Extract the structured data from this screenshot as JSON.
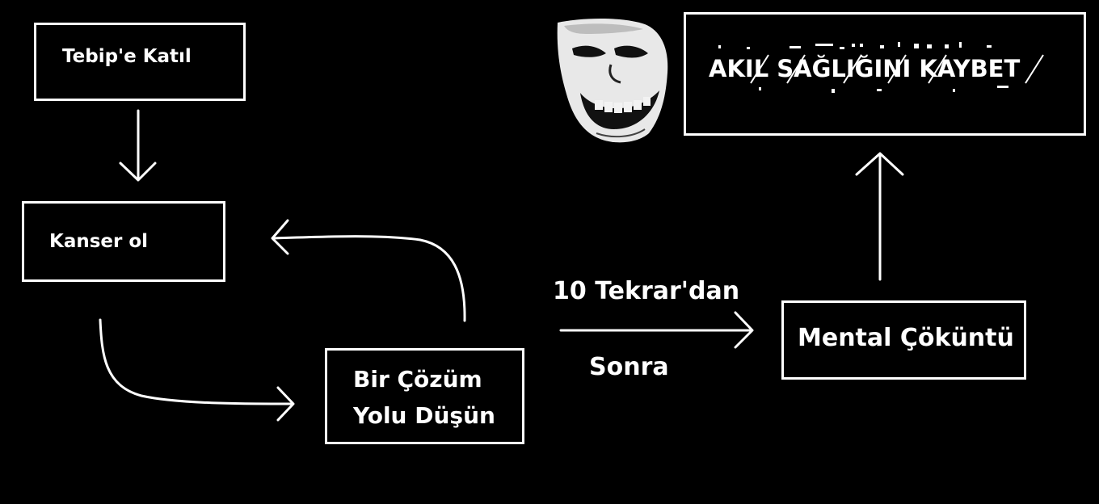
{
  "diagram": {
    "nodes": {
      "join_doctor": "Tebip'e Katıl",
      "get_cancer": "Kanser ol",
      "think_solution_line1": "Bir Çözüm",
      "think_solution_line2": "Yolu Düşün",
      "mental_breakdown": "Mental Çöküntü",
      "lose_sanity": "AKIL SAĞLIĞINI KAYBET"
    },
    "edge_labels": {
      "repeat_top": "10 Tekrar'dan",
      "repeat_bottom": "Sonra"
    },
    "decorations": {
      "face": "troll-face-icon"
    },
    "colors": {
      "background": "#000000",
      "foreground": "#ffffff"
    }
  }
}
